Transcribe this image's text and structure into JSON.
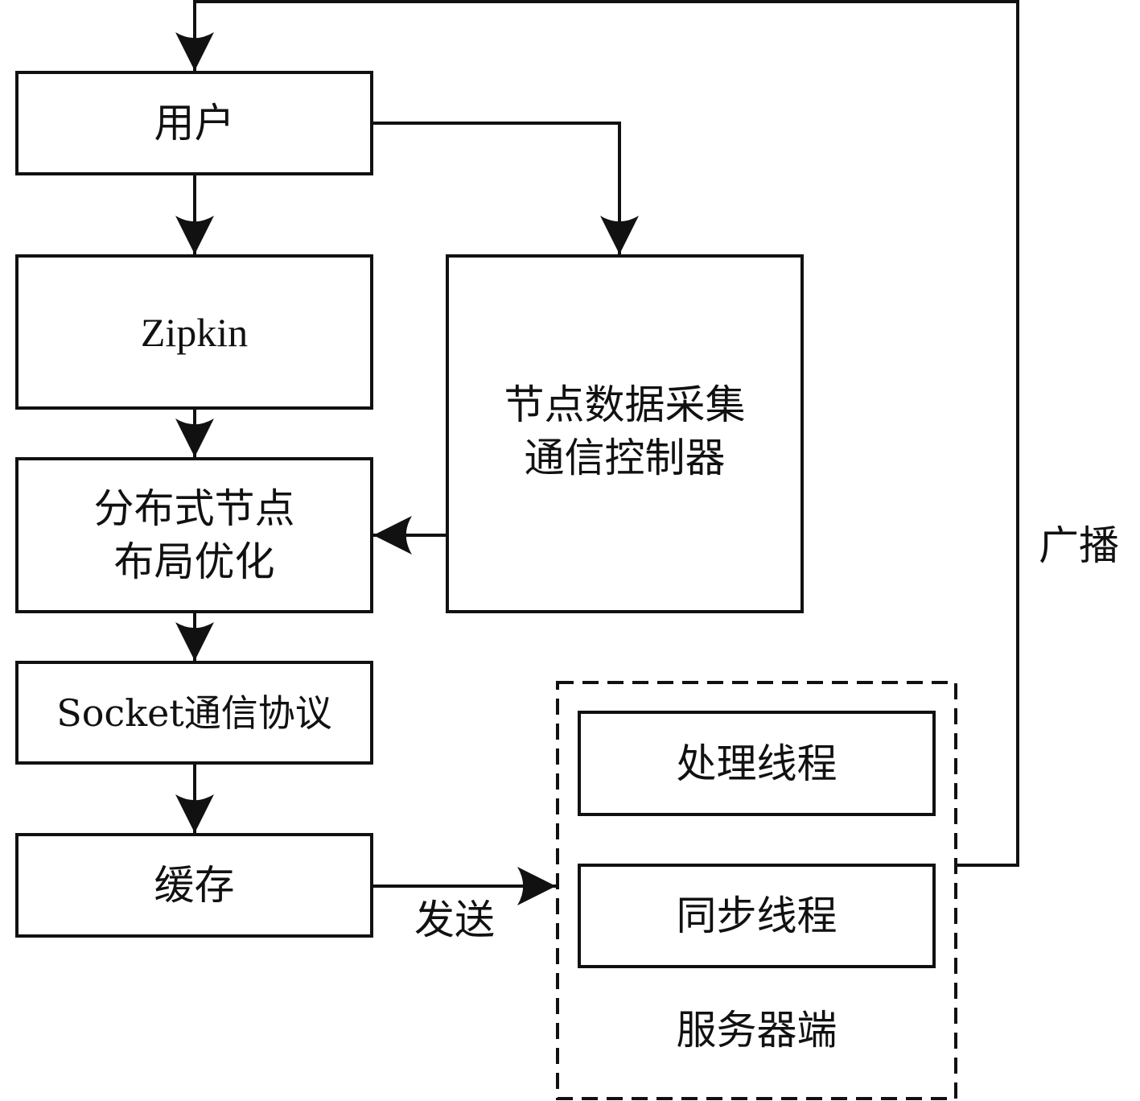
{
  "diagram": {
    "type": "flowchart",
    "colors": {
      "stroke": "#111111",
      "background": "#ffffff"
    },
    "nodes": {
      "user": {
        "label": "用户"
      },
      "zipkin": {
        "label": "Zipkin"
      },
      "layout_opt": {
        "label": "分布式节点\n布局优化"
      },
      "socket": {
        "label": "Socket通信协议"
      },
      "cache": {
        "label": "缓存"
      },
      "collector": {
        "label": "节点数据采集\n通信控制器"
      },
      "server_group": {
        "label": "服务器端"
      },
      "process_thread": {
        "label": "处理线程"
      },
      "sync_thread": {
        "label": "同步线程"
      }
    },
    "edges": [
      {
        "from": "user",
        "to": "zipkin",
        "label": ""
      },
      {
        "from": "user",
        "to": "collector",
        "label": ""
      },
      {
        "from": "zipkin",
        "to": "layout_opt",
        "label": ""
      },
      {
        "from": "collector",
        "to": "layout_opt",
        "label": ""
      },
      {
        "from": "layout_opt",
        "to": "socket",
        "label": ""
      },
      {
        "from": "socket",
        "to": "cache",
        "label": ""
      },
      {
        "from": "cache",
        "to": "server_group",
        "label": "发送"
      },
      {
        "from": "server_group",
        "to": "user",
        "label": "广播"
      }
    ],
    "edge_labels": {
      "send": "发送",
      "broadcast": "广播"
    }
  }
}
